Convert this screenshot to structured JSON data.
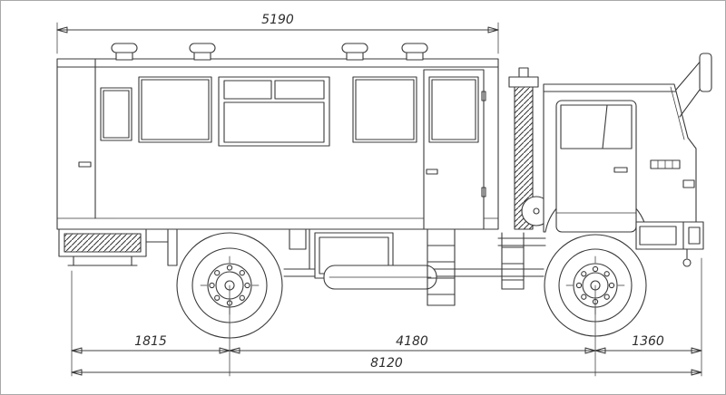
{
  "drawing": {
    "background": "#ffffff",
    "line_color": "#3a3a3a",
    "subject": "crew-bus-truck-side-elevation"
  },
  "dimensions": {
    "top_length": "5190",
    "rear_section": "1815",
    "wheelbase": "4180",
    "front_overhang": "1360",
    "overall_length": "8120"
  }
}
